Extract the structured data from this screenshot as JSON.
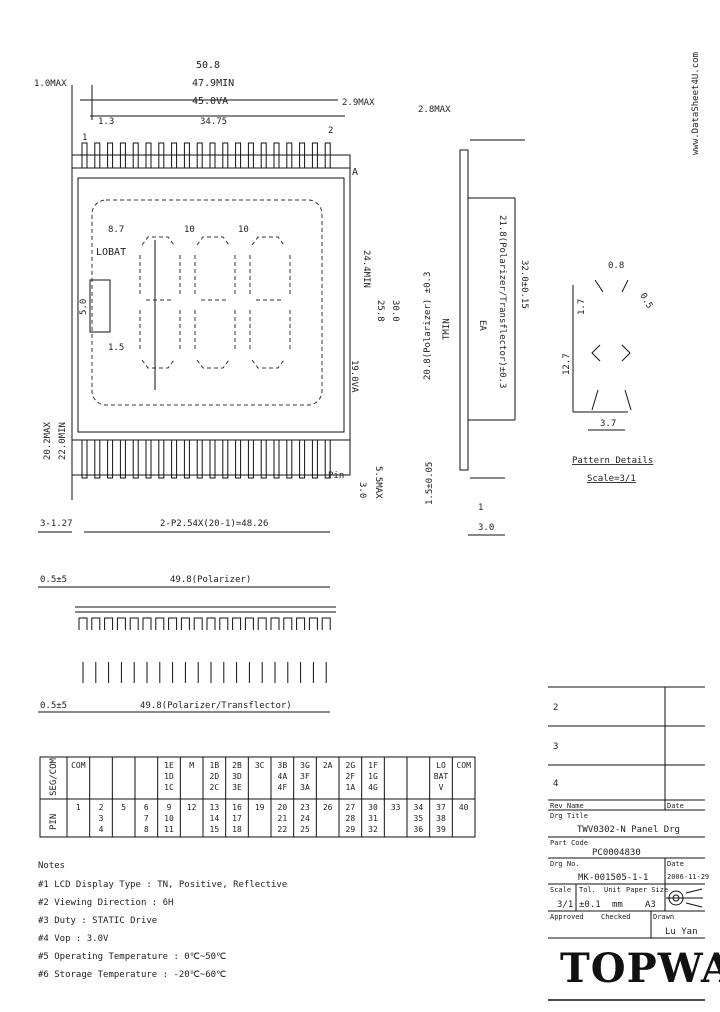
{
  "watermark": "www.DataSheet4U.com",
  "front_view": {
    "dim_overall": "50.8",
    "dim_min": "47.9MIN",
    "dim_va": "45.0VA",
    "dim_left": "1.0MAX",
    "dim_right": "2.9MAX",
    "dim_pin_offset": "1.3",
    "dim_pin_span": "34.75",
    "dim_pin_end": "2",
    "detail_mark": "A",
    "pin1_label": "1",
    "lobat": "LOBAT",
    "dim_digit_pitch_1": "10",
    "dim_digit_pitch_2": "10",
    "dim_digit_w": "8.7",
    "dim_digit_h": "5.0",
    "dim_seg": "1.5",
    "height_left_1": "20.2MAX",
    "height_left_2": "22.0MIN",
    "height_right_1": "19.0VA",
    "height_right_2": "24.4MIN",
    "height_right_3": "25.8",
    "height_right_4": "30.0",
    "pin_bottom_label": "Pin",
    "pin_len": "3.0",
    "pin_len_max": "5.5MAX",
    "dim_pitch_first": "3-1.27",
    "dim_pitch": "2-P2.54X(20-1)=48.26"
  },
  "bottom_view": {
    "tol_top": "0.5±5",
    "polarizer_top": "49.8(Polarizer)",
    "tol_bottom": "0.5±5",
    "polarizer_bottom": "49.8(Polarizer/Transflector)"
  },
  "side_view": {
    "dim_top": "2.8MAX",
    "glass_label": "20.8(Polarizer) ±0.3",
    "glass_min": "TMIN",
    "edge_label": "EA",
    "transflector": "21.8(Polarizer/Transflector)±0.3",
    "dim_mid": "32.0±0.15",
    "pin_dim": "1.5±0.05",
    "thickness": "3.0",
    "pin_w": "1"
  },
  "pattern_detail": {
    "title": "Pattern Details",
    "scale": "Scale=3/1",
    "dim_h": "12.7",
    "dim_h2": "1.7",
    "dim_w": "3.7",
    "dim_angle": "0.8",
    "dim_seg": "0.5"
  },
  "pin_table": {
    "row1_label": "SEG/COM",
    "row2_label": "PIN",
    "columns": [
      {
        "seg": "COM",
        "pins": "1"
      },
      {
        "seg": "",
        "pins": "2 3 4"
      },
      {
        "seg": "",
        "pins": "5"
      },
      {
        "seg": "",
        "pins": "6 7 8"
      },
      {
        "seg": "1E 1D 1C",
        "pins": "9 10 11"
      },
      {
        "seg": "M",
        "pins": "12"
      },
      {
        "seg": "1B 2D 2C",
        "pins": "13 14 15"
      },
      {
        "seg": "2B 3D 3E",
        "pins": "16 17 18"
      },
      {
        "seg": "3C",
        "pins": "19"
      },
      {
        "seg": "3B 4A 4F",
        "pins": "20 21 22"
      },
      {
        "seg": "3G 3F 3A",
        "pins": "23 24 25"
      },
      {
        "seg": "2A",
        "pins": "26"
      },
      {
        "seg": "2G 2F 1A",
        "pins": "27 28 29"
      },
      {
        "seg": "1F 1G 4G",
        "pins": "30 31 32"
      },
      {
        "seg": "",
        "pins": "33"
      },
      {
        "seg": "",
        "pins": "34 35 36"
      },
      {
        "seg": "LO BAT V",
        "pins": "37 38 39"
      },
      {
        "seg": "COM",
        "pins": "40"
      }
    ]
  },
  "notes": {
    "title": "Notes",
    "items": [
      "#1 LCD Display Type : TN, Positive, Reflective",
      "#2 Viewing Direction : 6H",
      "#3 Duty : STATIC Drive",
      "#4 Vop : 3.0V",
      "#5 Operating Temperature : 0℃~50℃",
      "#6 Storage Temperature : -20℃~60℃"
    ]
  },
  "title_block": {
    "revisions": [
      "2",
      "3",
      "4"
    ],
    "rev_name_label": "Rev Name",
    "date_label": "Date",
    "drg_title_label": "Drg Title",
    "drg_title": "TWV0302-N Panel Drg",
    "part_code_label": "Part Code",
    "part_code": "PC0004830",
    "drg_no_label": "Drg No.",
    "drg_no": "MK-001505-1-1",
    "date_label2": "Date",
    "date": "2006-11-29",
    "scale_label": "Scale",
    "scale": "3/1",
    "tol_label": "Tol.",
    "tol": "±0.1",
    "unit_label": "Unit",
    "unit": "mm",
    "paper_label": "Paper Size",
    "paper": "A3",
    "approved_label": "Approved",
    "checked_label": "Checked",
    "drawn_label": "Drawn",
    "drawn": "Lu Yan",
    "logo": "TOPWAY"
  }
}
